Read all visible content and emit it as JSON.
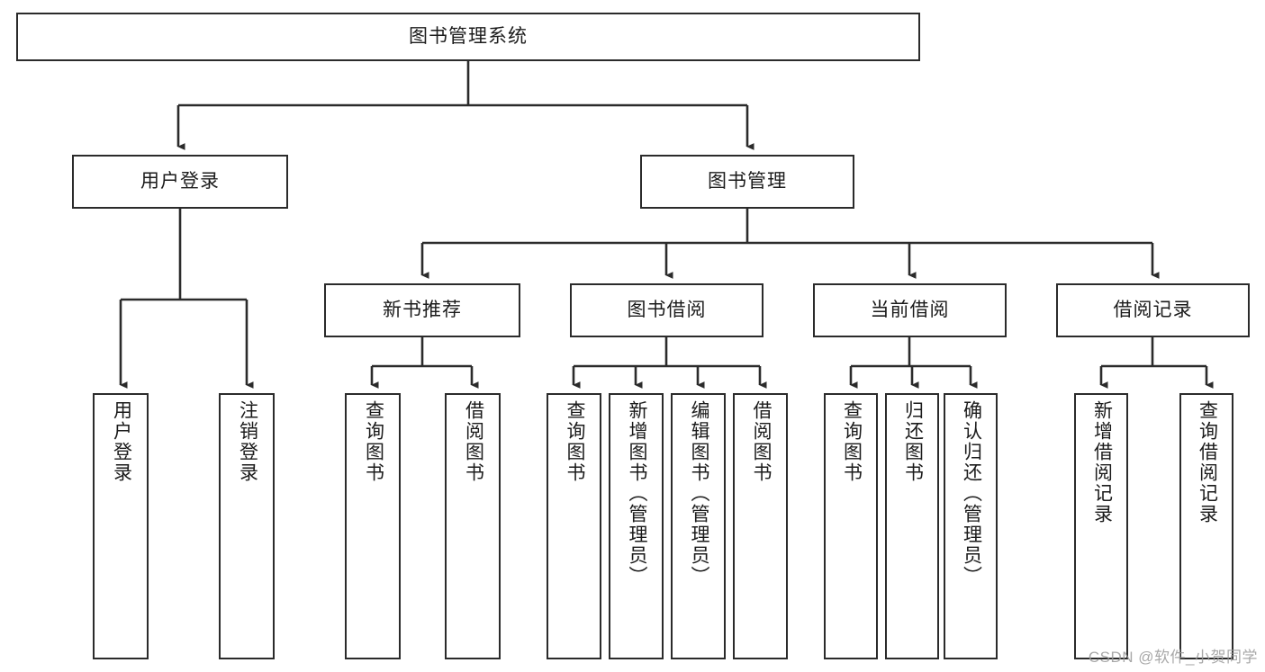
{
  "diagram": {
    "type": "tree-hierarchy",
    "title": "图书管理系统",
    "watermark": "CSDN @软件_小贺同学",
    "colors": {
      "stroke": "#2b2b2b",
      "fill": "#ffffff",
      "text": "#1b1b1b",
      "watermark": "#9a9a9a"
    },
    "levels": {
      "root": {
        "label": "图书管理系统"
      },
      "level2": [
        {
          "label": "用户登录"
        },
        {
          "label": "图书管理"
        }
      ],
      "level3": [
        {
          "label": "新书推荐"
        },
        {
          "label": "图书借阅"
        },
        {
          "label": "当前借阅"
        },
        {
          "label": "借阅记录"
        }
      ]
    },
    "leaves": {
      "user_login": [
        {
          "label": "用户登录"
        },
        {
          "label": "注销登录"
        }
      ],
      "new_book_recommend": [
        {
          "label": "查询图书"
        },
        {
          "label": "借阅图书"
        }
      ],
      "book_borrow": [
        {
          "label": "查询图书"
        },
        {
          "label": "新增图书（管理员）"
        },
        {
          "label": "编辑图书（管理员）"
        },
        {
          "label": "借阅图书"
        }
      ],
      "current_borrow": [
        {
          "label": "查询图书"
        },
        {
          "label": "归还图书"
        },
        {
          "label": "确认归还（管理员）"
        }
      ],
      "borrow_record": [
        {
          "label": "新增借阅记录"
        },
        {
          "label": "查询借阅记录"
        }
      ]
    }
  }
}
